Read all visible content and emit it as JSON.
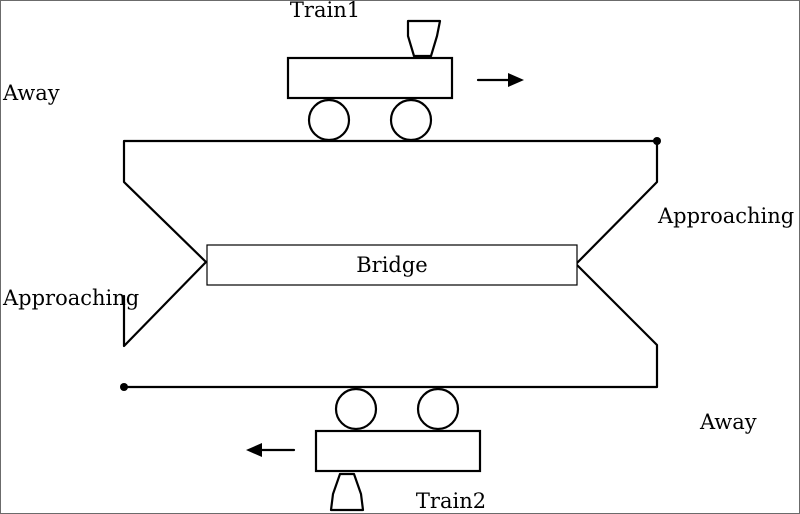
{
  "labels": {
    "bridge": "Bridge",
    "train1": "Train1",
    "train2": "Train2",
    "away_left": "Away",
    "away_right": "Away",
    "approaching_right": "Approaching",
    "approaching_left": "Approaching"
  },
  "trains": [
    {
      "name": "Train1",
      "direction": "right"
    },
    {
      "name": "Train2",
      "direction": "left"
    }
  ],
  "colors": {
    "line": "#000000",
    "background": "#ffffff"
  }
}
